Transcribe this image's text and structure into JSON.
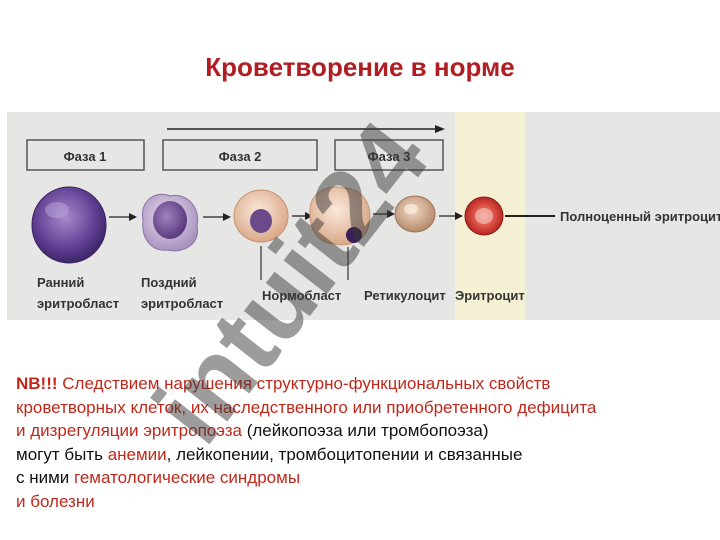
{
  "slide": {
    "title": "Кроветворение в норме"
  },
  "diagram": {
    "phases": [
      "Фаза 1",
      "Фаза 2",
      "Фаза 3"
    ],
    "cells": {
      "early_line1": "Ранний",
      "early_line2": "эритробласт",
      "late_line1": "Поздний",
      "late_line2": "эритробласт",
      "normoblast": "Нормобласт",
      "reticulocyte": "Ретикулоцит",
      "erythrocyte": "Эритроцит",
      "full_erythrocyte": "Полноценный эритроцит"
    },
    "colors": {
      "background": "#e6e6e4",
      "highlight": "#f6f1d4",
      "accent": "#b01e23"
    }
  },
  "note": {
    "nb": "NB!!!",
    "part1": " Следствием нарушения структурно-функциональных свойств",
    "part2": "кроветворных клеток, их наследственного или приобретенного дефицита",
    "part3": "и дизрегуляции эритропоэза",
    "part4": " (лейкопоэза или тромбопоэза)",
    "part5": "могут быть ",
    "part6": "анемии",
    "part7": ", лейкопении, тромбоцитопении и связанные",
    "part8": "с ними ",
    "part9": "гематологические синдромы",
    "part10": "и болезни"
  },
  "watermark": {
    "text": "intuit24"
  }
}
